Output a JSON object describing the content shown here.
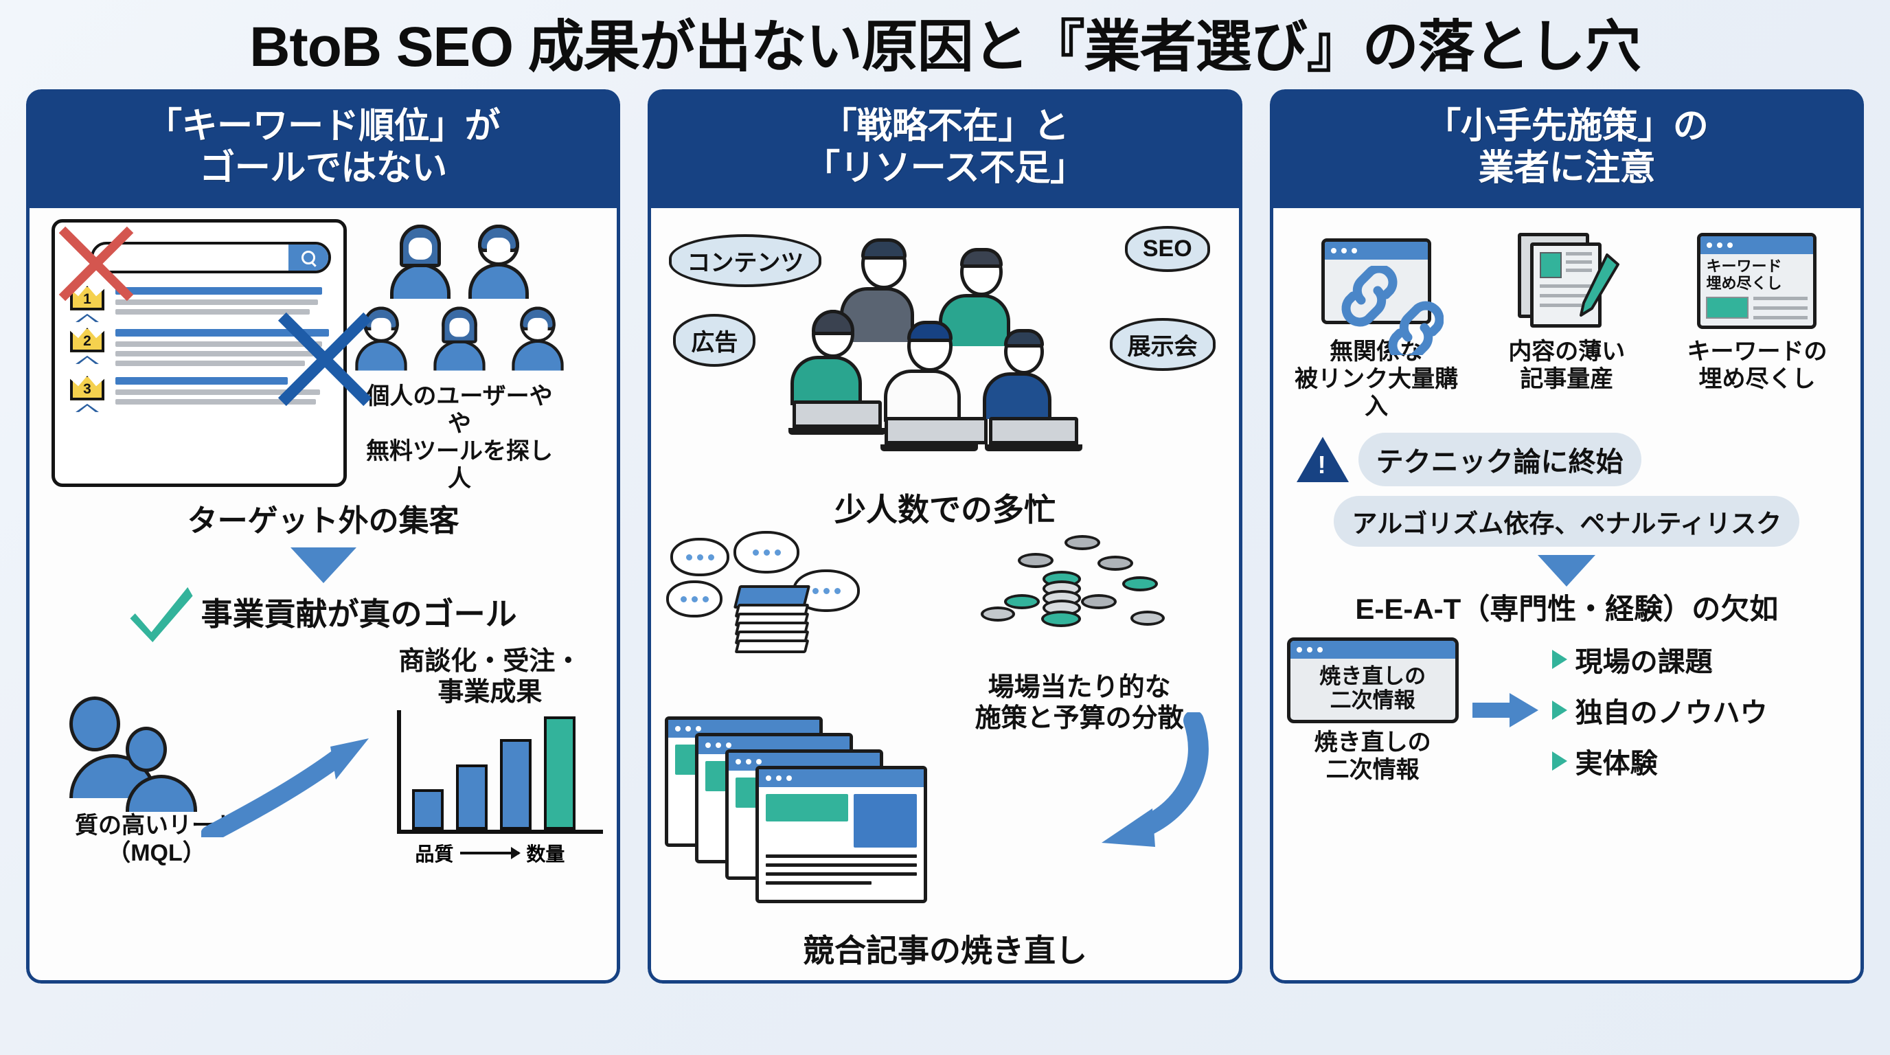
{
  "title": "BtoB SEO 成果が出ない原因と『業者選び』の落とし穴",
  "theme": {
    "navy": "#174283",
    "blue": "#4a86c8",
    "teal": "#33b39b",
    "red": "#d4564f",
    "gold": "#f5d14e",
    "pill_bg": "#dce5ee",
    "page_bg": "#eef2f8"
  },
  "panels": [
    {
      "header_line1": "「キーワード順位」が",
      "header_line2": "ゴールではない",
      "serp": {
        "ranks": [
          "1",
          "2",
          "3"
        ],
        "search_icon": "magnifier-icon",
        "reject_icon_red": "red-x-icon",
        "reject_icon_blue": "blue-x-icon"
      },
      "audience_caption_line1": "個人のユーザーやや",
      "audience_caption_line2": "無料ツールを探し人",
      "problem_caption": "ターゲット外の集客",
      "goal_caption": "事業貢献が真のゴール",
      "outcome_line1": "商談化・受注・",
      "outcome_line2": "事業成果",
      "lead_line1": "質の高いリード",
      "lead_line2": "（MQL）",
      "chart_data": {
        "type": "bar",
        "title": "",
        "categories": [
          "1",
          "2",
          "3",
          "4"
        ],
        "values": [
          34,
          55,
          76,
          95
        ],
        "colors": [
          "#4a86c8",
          "#4a86c8",
          "#4a86c8",
          "#33b39b"
        ],
        "xlabel_left": "品質",
        "xlabel_right": "数量",
        "ylim": [
          0,
          100
        ],
        "grid": false,
        "legend": "none"
      }
    },
    {
      "header_line1": "「戦略不在」と",
      "header_line2": "「リソース不足」",
      "bubbles": [
        "コンテンツ",
        "SEO",
        "広告",
        "展示会"
      ],
      "team_caption": "少人数での多忙",
      "budget_line1": "場場当たり的な",
      "budget_line2": "施策と予算の分散",
      "pages_caption": "競合記事の焼き直し"
    },
    {
      "header_line1": "「小手先施策」の",
      "header_line2": "業者に注意",
      "tactics": [
        {
          "icon": "broken-link-icon",
          "label_line1": "無関係な",
          "label_line2": "被リンク大量購入"
        },
        {
          "icon": "document-pencil-icon",
          "label_line1": "内容の薄い",
          "label_line2": "記事量産"
        },
        {
          "icon": "keyword-stuffing-browser-icon",
          "label_line1": "キーワードの",
          "label_line2": "埋め尽くし",
          "screen_line1": "キーワード",
          "screen_line2": "埋め尽くし"
        }
      ],
      "warn_pill": "テクニック論に終始",
      "risk_pill": "アルゴリズム依存、ペナルティリスク",
      "eat_caption": "E-E-A-T（専門性・経験）の欠如",
      "rehash_screen_line1": "焼き直しの",
      "rehash_screen_line2": "二次情報",
      "rehash_caption_line1": "焼き直しの",
      "rehash_caption_line2": "二次情報",
      "needs": [
        "現場の課題",
        "独自のノウハウ",
        "実体験"
      ]
    }
  ]
}
